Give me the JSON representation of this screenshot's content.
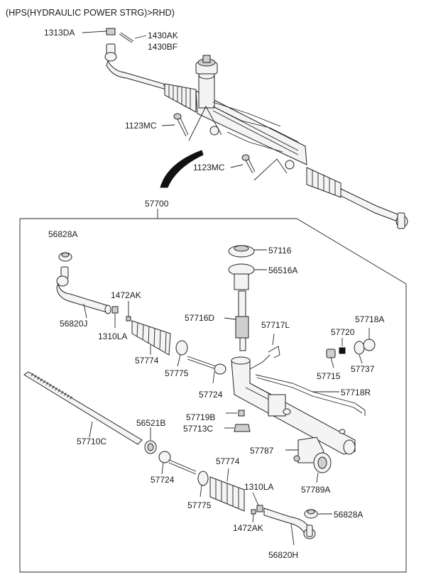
{
  "header": {
    "title": "(HPS(HYDRAULIC POWER STRG)>RHD)"
  },
  "assembly": {
    "label": "57700"
  },
  "labels": {
    "p1313DA": "1313DA",
    "p1430AK": "1430AK",
    "p1430BF": "1430BF",
    "p1123MC_a": "1123MC",
    "p1123MC_b": "1123MC",
    "p56828A_top": "56828A",
    "p57116": "57116",
    "p56516A": "56516A",
    "p1472AK_top": "1472AK",
    "p56820J": "56820J",
    "p1310LA_top": "1310LA",
    "p57716D": "57716D",
    "p57717L": "57717L",
    "p57720": "57720",
    "p57718A": "57718A",
    "p57774_top": "57774",
    "p57775_top": "57775",
    "p57715": "57715",
    "p57737": "57737",
    "p57724_top": "57724",
    "p57718R": "57718R",
    "p57719B": "57719B",
    "p57713C": "57713C",
    "p56521B": "56521B",
    "p57710C": "57710C",
    "p57787": "57787",
    "p57724_bot": "57724",
    "p57774_bot": "57774",
    "p1310LA_bot": "1310LA",
    "p57775_bot": "57775",
    "p57789A": "57789A",
    "p56828A_bot": "56828A",
    "p1472AK_bot": "1472AK",
    "p56820H": "56820H"
  },
  "colors": {
    "line": "#222222",
    "part_fill": "#f4f4f4",
    "part_shade": "#cfcfcf",
    "background": "#ffffff"
  }
}
